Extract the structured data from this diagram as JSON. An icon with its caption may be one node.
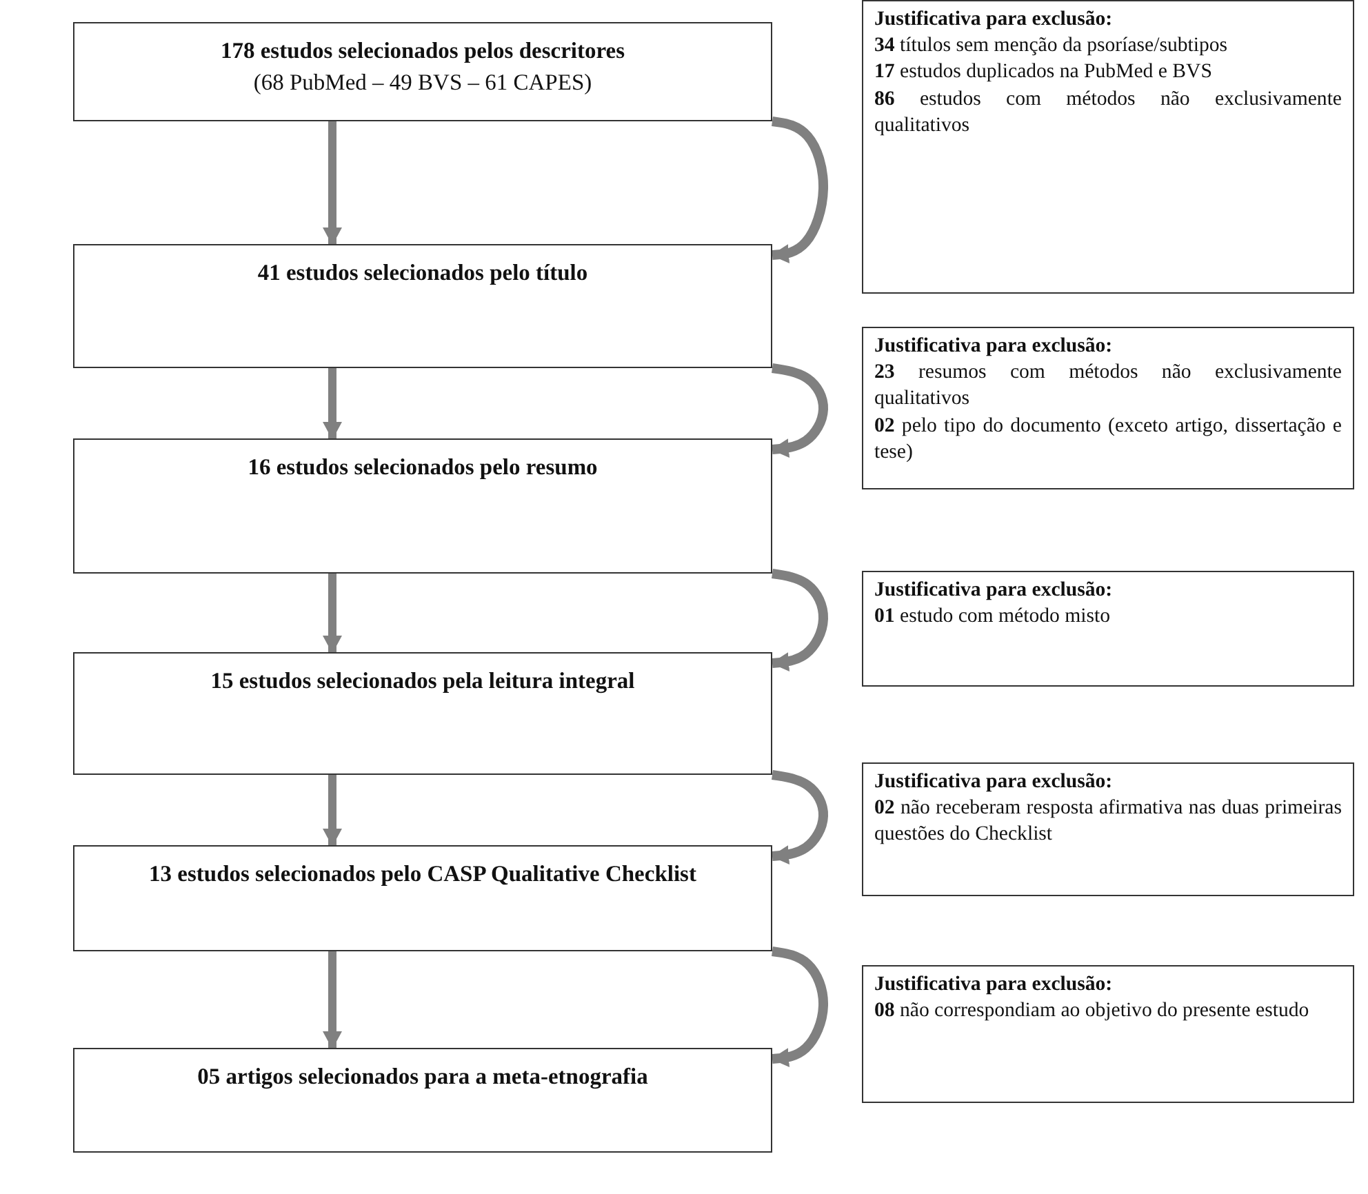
{
  "diagram": {
    "nodes": [
      {
        "text": [
          "178 estudos selecionados pelos descritores",
          "(68 PubMed – 49 BVS – 61 CAPES)"
        ]
      },
      {
        "text": [
          "Justificativa para exclusão:",
          "**34** títulos sem menção da psoríase/subtipos",
          "**17** estudos duplicados na PubMed e BVS",
          "**86** estudos com métodos não exclusivamente qualitativos"
        ]
      },
      {
        "text": [
          "41 estudos selecionados pelo título"
        ]
      },
      {
        "text": [
          "Justificativa para exclusão:",
          "**23** resumos com métodos não exclusivamente qualitativos",
          "**02** pelo tipo do documento (exceto artigo, dissertação e tese)"
        ]
      },
      {
        "text": [
          "16 estudos selecionados pelo resumo"
        ]
      },
      {
        "text": [
          "Justificativa para exclusão:",
          "**01** estudo com método misto"
        ]
      },
      {
        "text": [
          "15 estudos selecionados pela leitura integral"
        ]
      },
      {
        "text": [
          "Justificativa para exclusão:",
          "**02** não receberam resposta afirmativa nas duas primeiras questões do Checklist"
        ]
      },
      {
        "text": [
          "13 estudos selecionados pelo CASP Qualitative Checklist"
        ]
      },
      {
        "text": [
          "Justificativa para exclusão:",
          "**08** não correspondiam ao objetivo do presente estudo"
        ]
      },
      {
        "text": [
          "05 artigos selecionados para a meta-etnografia"
        ]
      }
    ],
    "edges": [
      {
        "from": 0,
        "to": 2,
        "arrow": "to"
      },
      {
        "from": 2,
        "to": 4,
        "arrow": "to"
      },
      {
        "from": 4,
        "to": 6,
        "arrow": "to"
      },
      {
        "from": 6,
        "to": 8,
        "arrow": "to"
      },
      {
        "from": 8,
        "to": 10,
        "arrow": "to"
      },
      {
        "from": 0,
        "to": 2,
        "arrow": "to"
      },
      {
        "from": 2,
        "to": 4,
        "arrow": "to"
      },
      {
        "from": 4,
        "to": 6,
        "arrow": "to"
      },
      {
        "from": 6,
        "to": 8,
        "arrow": "to"
      },
      {
        "from": 8,
        "to": 10,
        "arrow": "to"
      }
    ]
  }
}
